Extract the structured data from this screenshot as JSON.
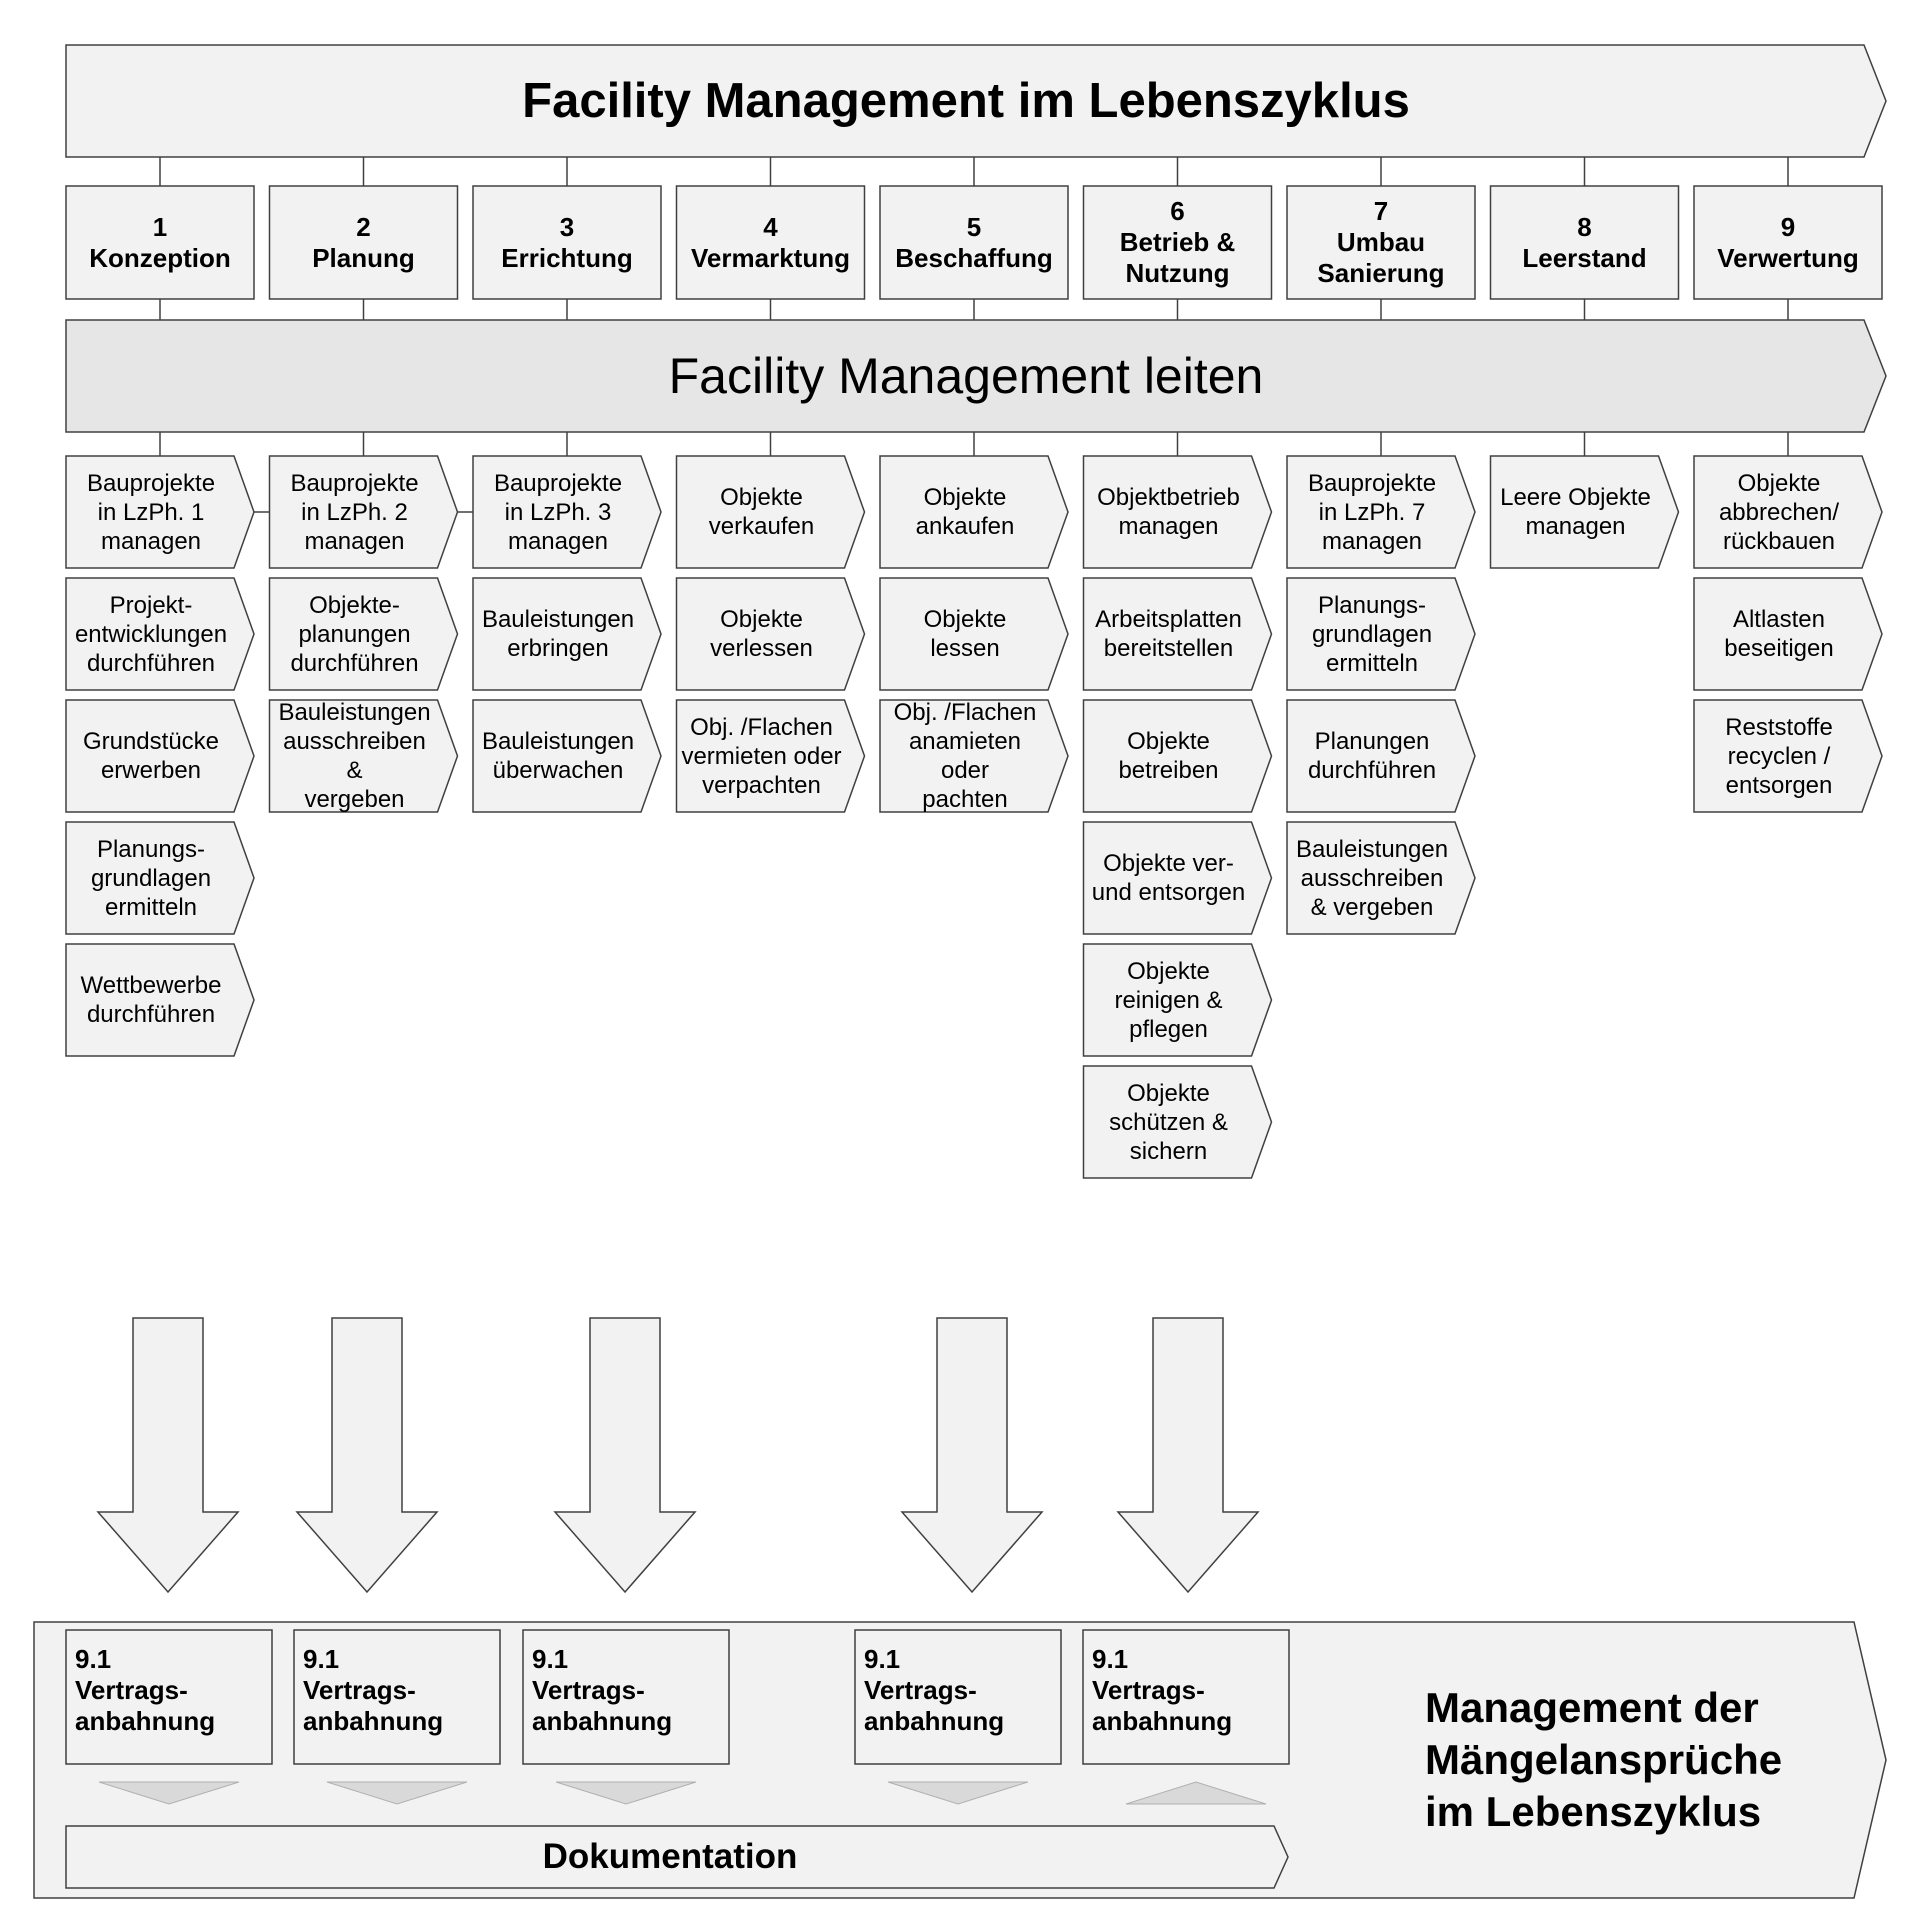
{
  "title": "Facility Management im Lebenszyklus",
  "subtitle": "Facility Management leiten",
  "phases": [
    {
      "number": "1",
      "label": "Konzeption"
    },
    {
      "number": "2",
      "label": "Planung"
    },
    {
      "number": "3",
      "label": "Errichtung"
    },
    {
      "number": "4",
      "label": "Vermarktung"
    },
    {
      "number": "5",
      "label": "Beschaffung"
    },
    {
      "number": "6",
      "label": "Betrieb &\nNutzung"
    },
    {
      "number": "7",
      "label": "Umbau\nSanierung"
    },
    {
      "number": "8",
      "label": "Leerstand"
    },
    {
      "number": "9",
      "label": "Verwertung"
    }
  ],
  "tasks": [
    [
      "Bauprojekte\nin LzPh. 1\nmanagen",
      "Projekt-\nentwicklungen\ndurchführen",
      "Grundstücke\nerwerben",
      "Planungs-\ngrundlagen\nermitteln",
      "Wettbewerbe\ndurchführen"
    ],
    [
      "Bauprojekte\nin LzPh. 2\nmanagen",
      "Objekte-\nplanungen\ndurchführen",
      "Bauleistungen\nausschreiben &\nvergeben"
    ],
    [
      "Bauprojekte\nin LzPh. 3\nmanagen",
      "Bauleistungen\nerbringen",
      "Bauleistungen\nüberwachen"
    ],
    [
      "Objekte\nverkaufen",
      "Objekte\nverlessen",
      "Obj. /Flachen\nvermieten oder\nverpachten"
    ],
    [
      "Objekte\nankaufen",
      "Objekte\nlessen",
      "Obj. /Flachen\nanamieten oder\npachten"
    ],
    [
      "Objektbetrieb\nmanagen",
      "Arbeitsplatten\nbereitstellen",
      "Objekte\nbetreiben",
      "Objekte ver-\nund entsorgen",
      "Objekte\nreinigen &\npflegen",
      "Objekte\nschützen &\nsichern"
    ],
    [
      "Bauprojekte\nin LzPh. 7\nmanagen",
      "Planungs-\ngrundlagen\nermitteln",
      "Planungen\ndurchführen",
      "Bauleistungen\nausschreiben\n& vergeben"
    ],
    [
      "Leere Objekte\nmanagen"
    ],
    [
      "Objekte\nabbrechen/\nrückbauen",
      "Altlasten\nbeseitigen",
      "Reststoffe\nrecyclen /\nentsorgen"
    ]
  ],
  "contract_boxes": [
    {
      "number": "9.1",
      "label": "Vertrags-\nanbahnung",
      "marker": "down"
    },
    {
      "number": "9.1",
      "label": "Vertrags-\nanbahnung",
      "marker": "down"
    },
    {
      "number": "9.1",
      "label": "Vertrags-\nanbahnung",
      "marker": "down"
    },
    {
      "number": "9.1",
      "label": "Vertrags-\nanbahnung",
      "marker": "down"
    },
    {
      "number": "9.1",
      "label": "Vertrags-\nanbahnung",
      "marker": "up"
    }
  ],
  "management_label": "Management der\nMängelansprüche\nim Lebenszyklus",
  "documentation_label": "Dokumentation",
  "colors": {
    "light_fill": "#f2f2f2",
    "medium_fill": "#e6e6e6",
    "marker_fill": "#d9d9d9",
    "stroke": "#404040"
  }
}
